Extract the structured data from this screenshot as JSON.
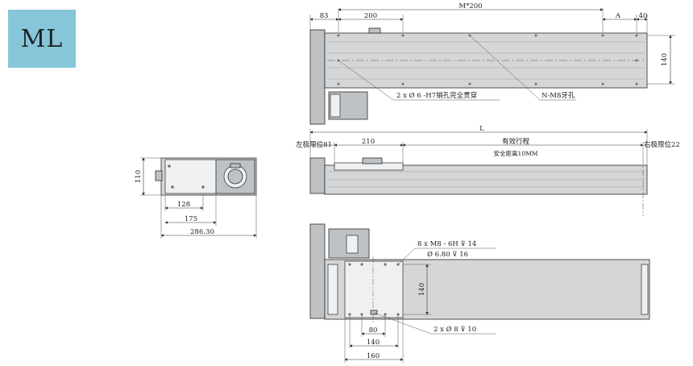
{
  "badge": {
    "label": "ML"
  },
  "top_view": {
    "dim_left": "83",
    "dim_pitch": "200",
    "dim_span": "M*200",
    "dim_a": "A",
    "dim_right": "40",
    "dim_height": "140",
    "note_pin": "2 x Ø 6 -H7销孔完全贯穿",
    "note_thread": "N-M8牙孔"
  },
  "side_view": {
    "dim_total": "L",
    "label_left_limit": "左极限位81",
    "dim_carriage": "210",
    "label_stroke": "有效行程",
    "label_right_limit": "右极限位22",
    "label_safety": "安全距离10MM"
  },
  "end_view": {
    "dim_height": "110",
    "dim_128": "128",
    "dim_175": "175",
    "dim_total": "286.30"
  },
  "bottom_view": {
    "note_threads": "8 x  M8 - 6H ⊽ 14",
    "note_threads_depth": "Ø 6.80 ⊽ 16",
    "dim_height": "140",
    "note_pins": "2 x Ø 8 ⊽ 10",
    "dim_80": "80",
    "dim_140": "140",
    "dim_160": "160"
  }
}
